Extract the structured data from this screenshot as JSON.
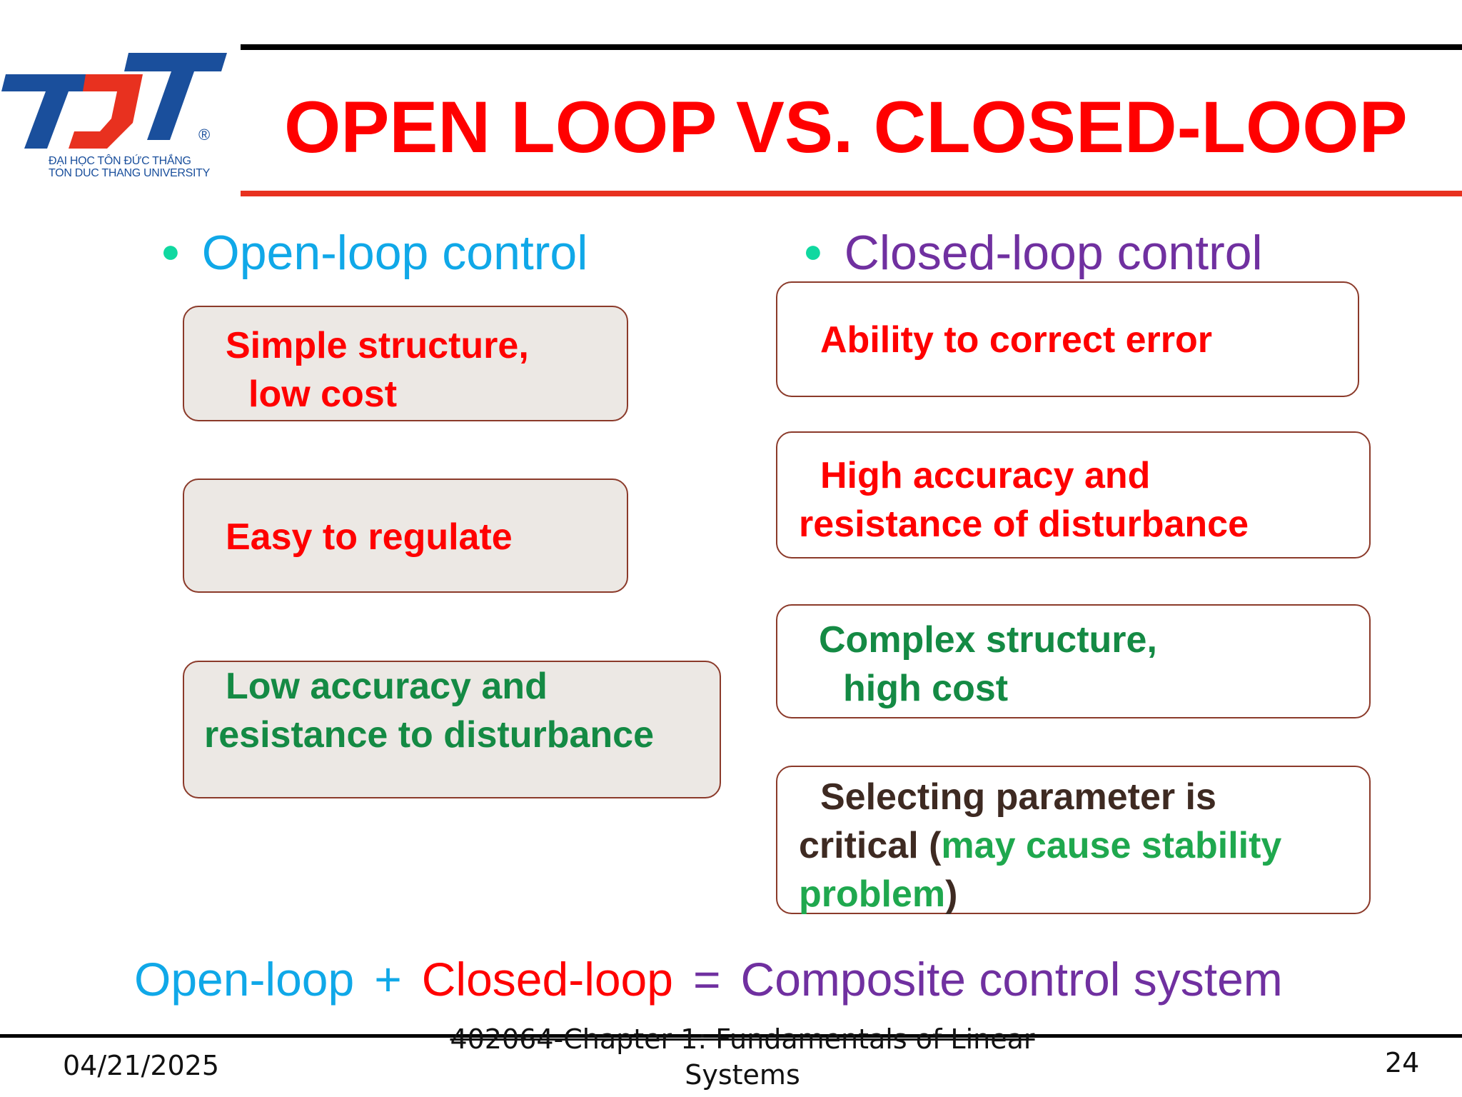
{
  "logo": {
    "line1": "ĐẠI HỌC TÔN ĐỨC THẮNG",
    "line2": "TON DUC THANG UNIVERSITY",
    "colors": {
      "blue": "#1a4f9c",
      "red": "#e8311f"
    }
  },
  "title": "OPEN LOOP VS. CLOSED-LOOP",
  "open_loop": {
    "heading": "Open-loop control",
    "boxes": [
      {
        "lines": [
          "Simple structure,",
          "low cost"
        ]
      },
      {
        "lines": [
          "Easy to regulate"
        ]
      },
      {
        "lines": [
          "Low accuracy and",
          "resistance to disturbance"
        ]
      }
    ]
  },
  "closed_loop": {
    "heading": "Closed-loop control",
    "boxes": [
      {
        "lines": [
          "Ability to correct error"
        ]
      },
      {
        "lines": [
          "High accuracy and",
          "resistance of disturbance"
        ]
      },
      {
        "lines": [
          "Complex structure,",
          "high cost"
        ]
      },
      {
        "line1": "Selecting parameter is",
        "line2_a": "critical  (",
        "line2_b": "may cause stability",
        "line3_a": "problem",
        "line3_b": ")"
      }
    ]
  },
  "equation": {
    "open": "Open-loop",
    "plus": "+",
    "closed": "Closed-loop",
    "equals": "=",
    "composite": "Composite control system"
  },
  "footer": {
    "date": "04/21/2025",
    "course_line1": "402064-Chapter 1: Fundamentals of Linear",
    "course_line2": "Systems",
    "page": "24"
  },
  "colors": {
    "title_red": "#ff0000",
    "open_blue": "#10a8e8",
    "closed_purple": "#7030a0",
    "bullet_green": "#10d8a0",
    "text_green": "#148a44"
  }
}
